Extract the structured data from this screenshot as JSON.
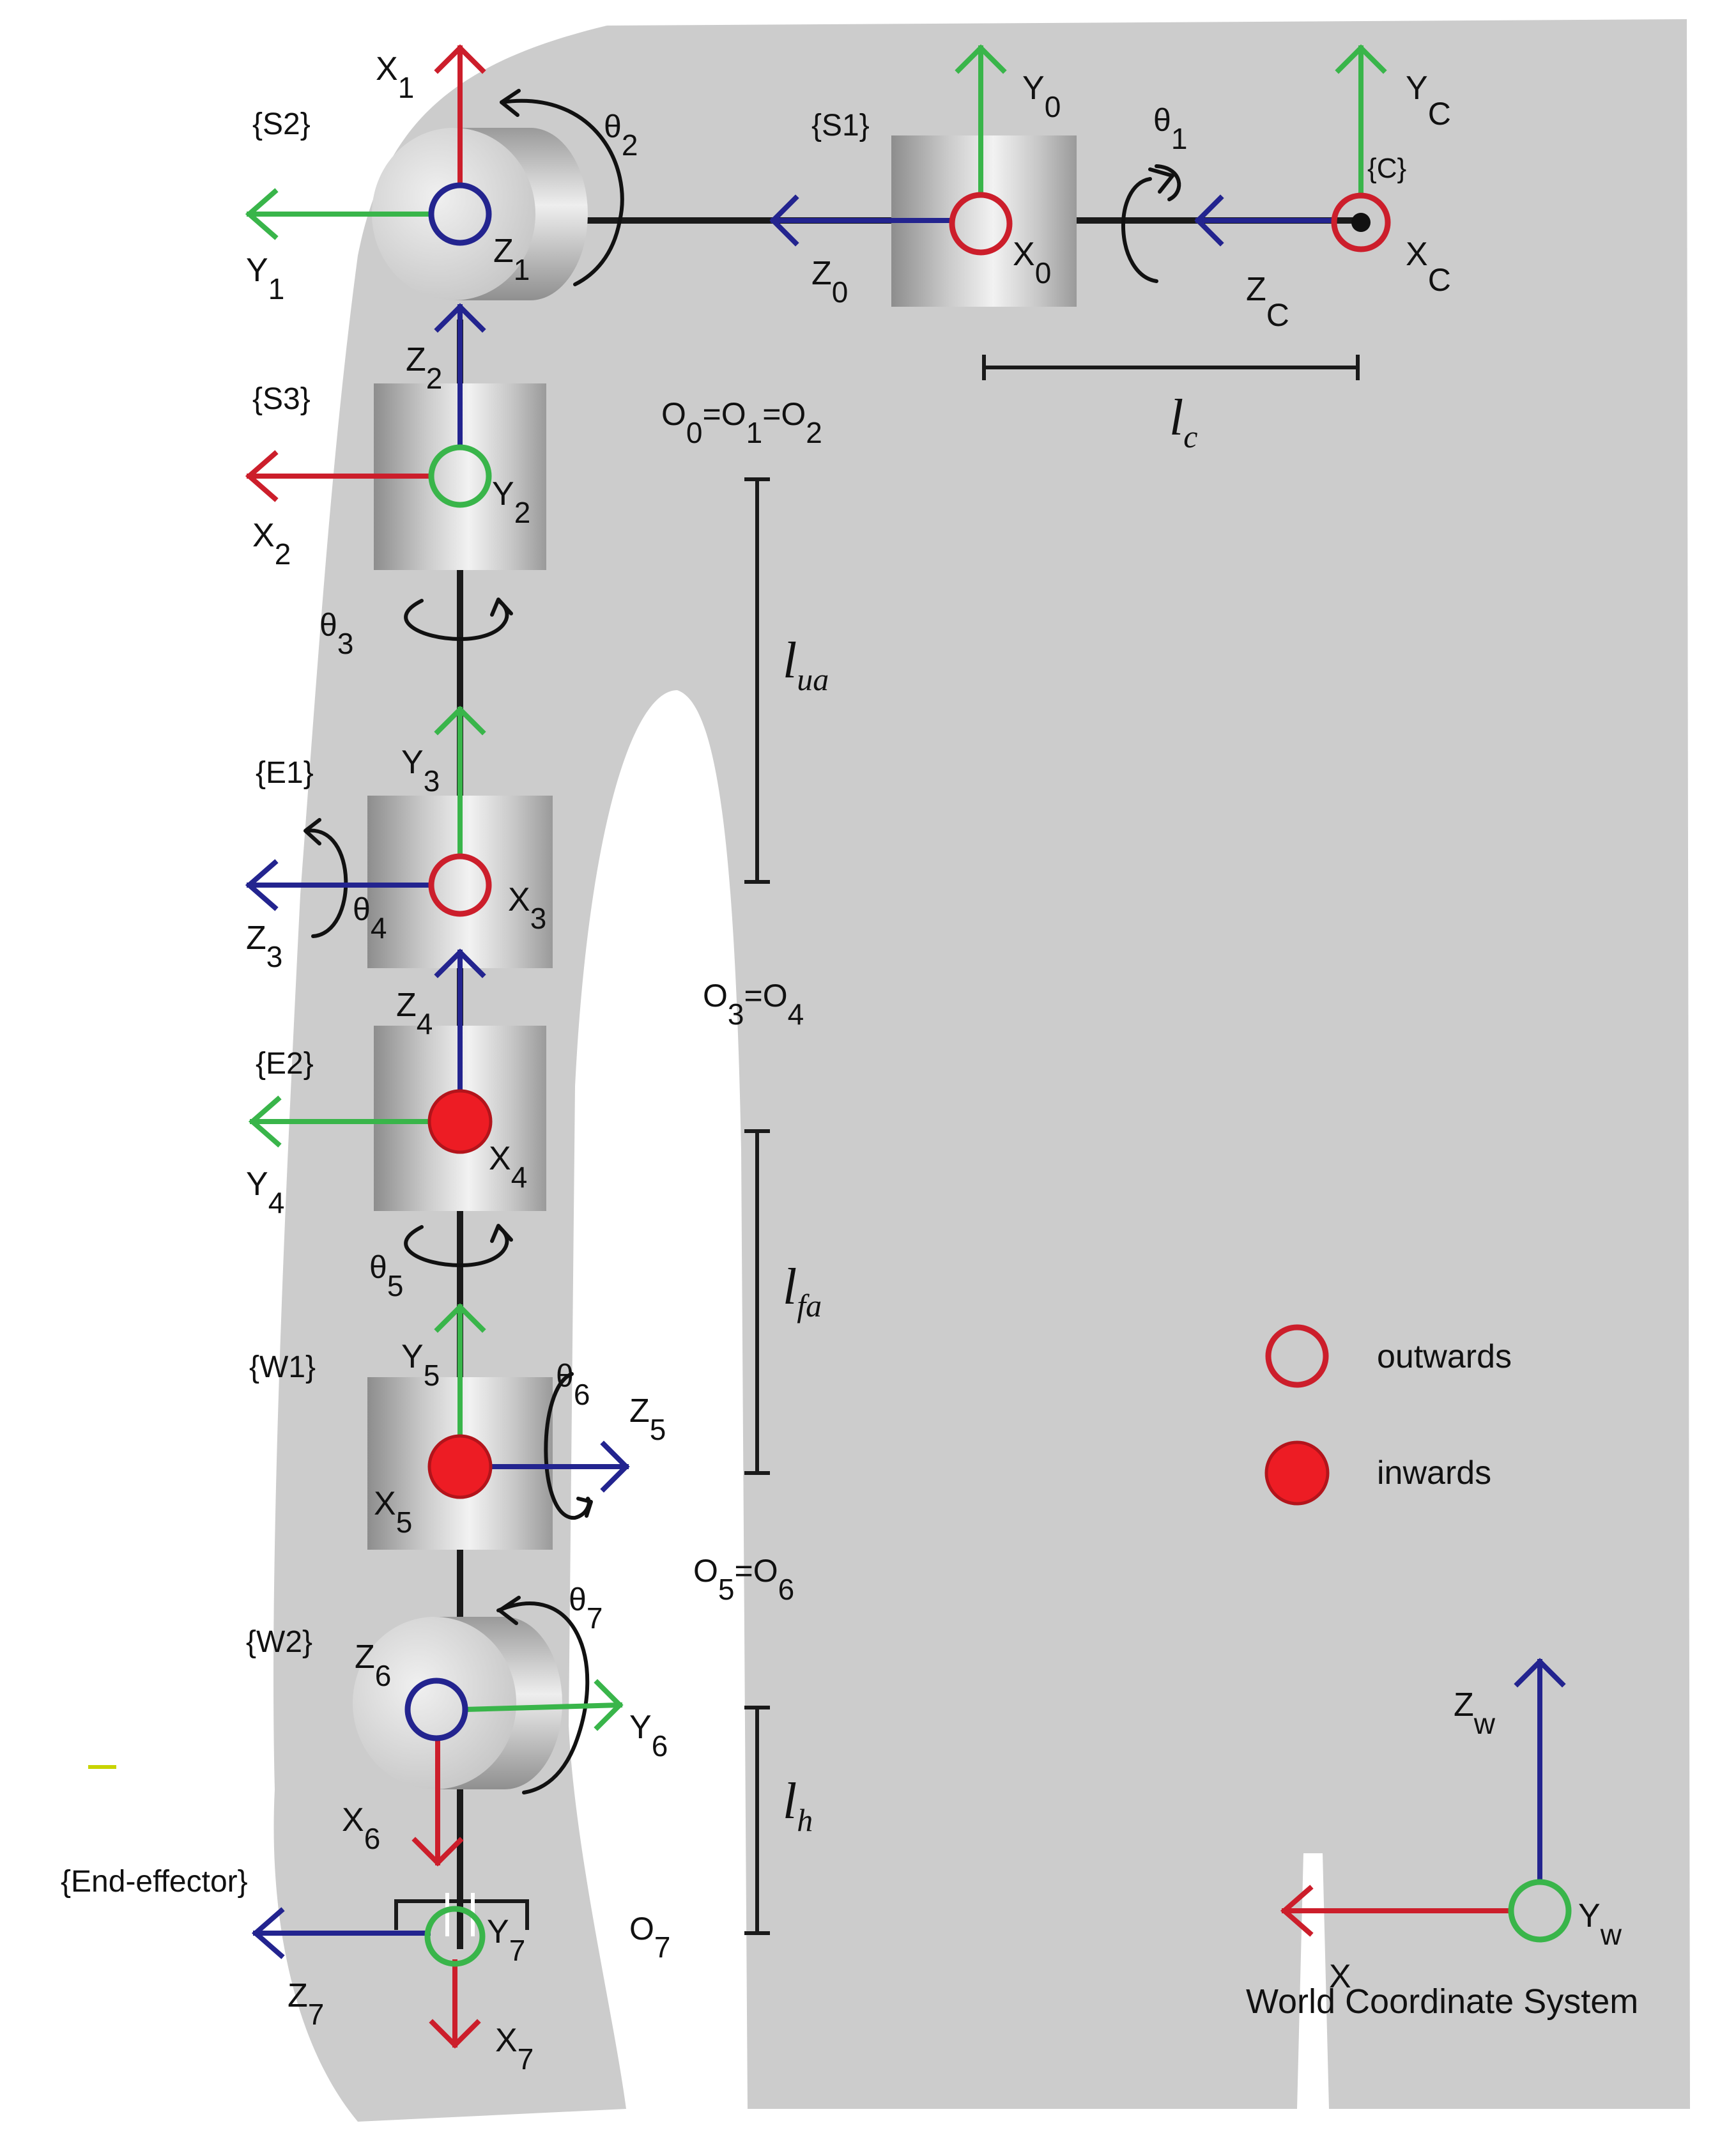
{
  "colors": {
    "background_shape": "#cccccc",
    "axis_x": "#cc1e2b",
    "axis_y": "#39b54a",
    "axis_z": "#23248f",
    "link": "#1a1a1a",
    "inwards_fill": "#ed1c24"
  },
  "frames": {
    "s1": "{S1}",
    "s2": "{S2}",
    "s3": "{S3}",
    "c": "{C}",
    "e1": "{E1}",
    "e2": "{E2}",
    "w1": "{W1}",
    "w2": "{W2}",
    "end_effector": "{End-effector}"
  },
  "axes": {
    "x1": {
      "base": "X",
      "sub": "1"
    },
    "y1": {
      "base": "Y",
      "sub": "1"
    },
    "z1": {
      "base": "Z",
      "sub": "1"
    },
    "y0": {
      "base": "Y",
      "sub": "0"
    },
    "x0": {
      "base": "X",
      "sub": "0"
    },
    "z0": {
      "base": "Z",
      "sub": "0"
    },
    "yc": {
      "base": "Y",
      "sub": "C"
    },
    "xc": {
      "base": "X",
      "sub": "C"
    },
    "zc": {
      "base": "Z",
      "sub": "C"
    },
    "z2": {
      "base": "Z",
      "sub": "2"
    },
    "x2": {
      "base": "X",
      "sub": "2"
    },
    "y2": {
      "base": "Y",
      "sub": "2"
    },
    "y3": {
      "base": "Y",
      "sub": "3"
    },
    "x3": {
      "base": "X",
      "sub": "3"
    },
    "z3": {
      "base": "Z",
      "sub": "3"
    },
    "z4": {
      "base": "Z",
      "sub": "4"
    },
    "x4": {
      "base": "X",
      "sub": "4"
    },
    "y4": {
      "base": "Y",
      "sub": "4"
    },
    "y5": {
      "base": "Y",
      "sub": "5"
    },
    "z5": {
      "base": "Z",
      "sub": "5"
    },
    "x5": {
      "base": "X",
      "sub": "5"
    },
    "z6": {
      "base": "Z",
      "sub": "6"
    },
    "y6": {
      "base": "Y",
      "sub": "6"
    },
    "x6": {
      "base": "X",
      "sub": "6"
    },
    "y7": {
      "base": "Y",
      "sub": "7"
    },
    "z7": {
      "base": "Z",
      "sub": "7"
    },
    "x7": {
      "base": "X",
      "sub": "7"
    },
    "zw": {
      "base": "Z",
      "sub": "w"
    },
    "yw": {
      "base": "Y",
      "sub": "w"
    },
    "xw": {
      "base": "X",
      "sub": ""
    }
  },
  "angles": {
    "t1": {
      "base": "θ",
      "sub": "1"
    },
    "t2": {
      "base": "θ",
      "sub": "2"
    },
    "t3": {
      "base": "θ",
      "sub": "3"
    },
    "t4": {
      "base": "θ",
      "sub": "4"
    },
    "t5": {
      "base": "θ",
      "sub": "5"
    },
    "t6": {
      "base": "θ",
      "sub": "6"
    },
    "t7": {
      "base": "θ",
      "sub": "7"
    }
  },
  "origins": {
    "o012": "O0=O1=O2",
    "o34": "O3=O4",
    "o56": "O5=O6",
    "o7": {
      "base": "O",
      "sub": "7"
    }
  },
  "lengths": {
    "lc": {
      "base": "l",
      "sub": "c"
    },
    "lua": {
      "base": "l",
      "sub": "ua"
    },
    "lfa": {
      "base": "l",
      "sub": "fa"
    },
    "lh": {
      "base": "l",
      "sub": "h"
    }
  },
  "legend": {
    "outwards": "outwards",
    "inwards": "inwards"
  },
  "world": {
    "caption": "World Coordinate System"
  }
}
